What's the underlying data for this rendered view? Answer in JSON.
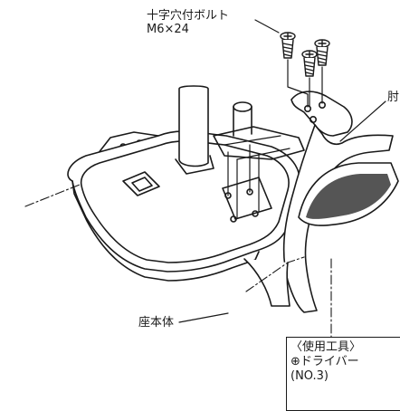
{
  "labels": {
    "bolt_name": "十字穴付ボルト",
    "bolt_spec": "M6×24",
    "seat": "座本体",
    "armrest_cut": "肘"
  },
  "tool": {
    "title": "〈使用工具〉",
    "name": "⊕ドライバー",
    "size": "(NO.3)"
  },
  "colors": {
    "line": "#1a1a1a",
    "fill": "#ffffff",
    "shade": "#555555"
  }
}
